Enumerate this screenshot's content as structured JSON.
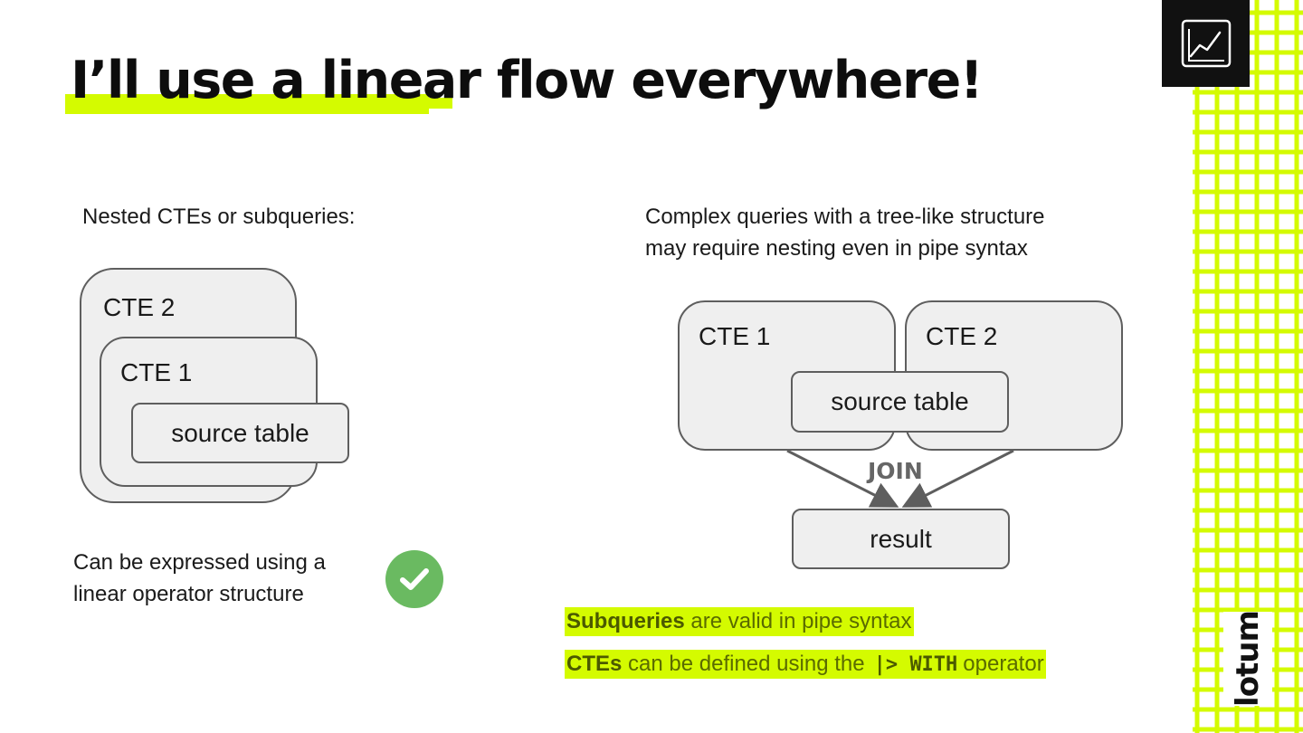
{
  "title": "I’ll use a linear flow everywhere!",
  "left": {
    "heading": "Nested CTEs or subqueries:",
    "boxes": {
      "outer": "CTE 2",
      "middle": "CTE 1",
      "inner": "source table"
    },
    "conclusion_line1": "Can be expressed using a",
    "conclusion_line2": "linear operator structure"
  },
  "right": {
    "heading_line1": "Complex queries with a tree-like structure",
    "heading_line2": "may require nesting even in pipe syntax",
    "boxes": {
      "cte1": "CTE 1",
      "cte2": "CTE 2",
      "source": "source table",
      "result": "result"
    },
    "join_label": "JOIN",
    "note1": {
      "bold": "Subqueries",
      "rest": "are valid in pipe syntax"
    },
    "note2": {
      "bold": "CTEs",
      "middle": "can be defined using the",
      "code": "|> WITH",
      "rest": "operator"
    }
  },
  "brand": "lotum",
  "colors": {
    "accent": "#d4fb00",
    "check_green": "#6aba61",
    "box_fill": "#efefef",
    "box_border": "#5e5e5e"
  },
  "icons": [
    "chart-line-icon",
    "check-icon"
  ]
}
